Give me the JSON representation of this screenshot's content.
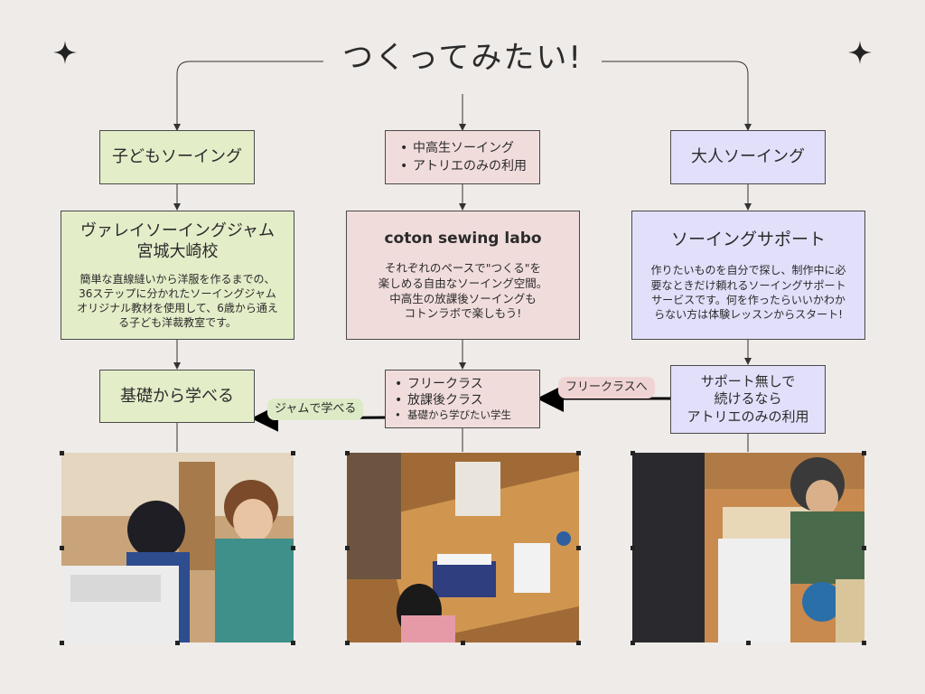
{
  "title": "つくってみたい!",
  "columns": {
    "left": {
      "top": "子どもソーイング",
      "school_name": "ヴァレイソーイングジャム\n宮城大崎校",
      "school_desc": "簡単な直線縫いから洋服を作るまでの、\n36ステップに分かれたソーイングジャム\nオリジナル教材を使用して、6歳から通え\nる子ども洋裁教室です。",
      "bottom": "基礎から学べる"
    },
    "middle": {
      "top_items": [
        "中高生ソーイング",
        "アトリエのみの利用"
      ],
      "lab_name": "coton sewing labo",
      "lab_desc": "それぞれのペースで\"つくる\"を\n楽しめる自由なソーイング空間。\n中高生の放課後ソーイングも\nコトンラボで楽しもう!",
      "bottom_items": [
        "フリークラス",
        "放課後クラス",
        "基礎から学びたい学生"
      ]
    },
    "right": {
      "top": "大人ソーイング",
      "support_name": "ソーイングサポート",
      "support_desc": "作りたいものを自分で探し、制作中に必\n要なときだけ頼れるソーイングサポート\nサービスです。何を作ったらいいかわか\nらない方は体験レッスンからスタート!",
      "bottom": "サポート無しで\n続けるなら\nアトリエのみの利用"
    }
  },
  "arrow_labels": {
    "right_to_middle": "フリークラスへ",
    "middle_to_left": "ジャムで学べる"
  },
  "colors": {
    "background": "#efebe8",
    "green": "#e3edc8",
    "pink": "#f1dcdc",
    "lavender": "#e1dffa"
  },
  "photos": [
    {
      "name": "photo-child-sewing-icon"
    },
    {
      "name": "photo-workshop-table-icon"
    },
    {
      "name": "photo-adult-sewing-icon"
    }
  ]
}
